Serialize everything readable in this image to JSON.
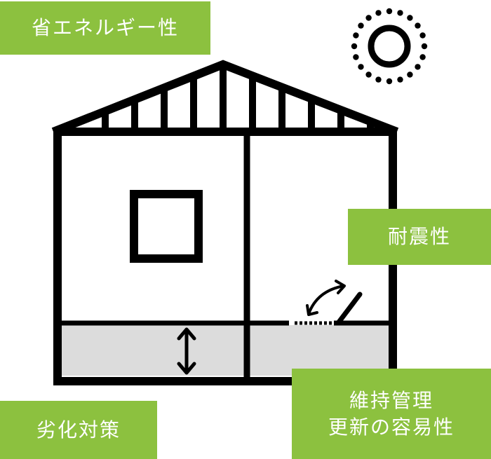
{
  "labels": {
    "energy_saving": "省エネルギー性",
    "earthquake_resistance": "耐震性",
    "maintenance_line1": "維持管理",
    "maintenance_line2": "更新の容易性",
    "deterioration_countermeasure": "劣化対策"
  },
  "icons": {
    "sun": "sun-icon",
    "house": "house-frame-icon",
    "window": "window-icon",
    "vertical_arrow": "up-down-arrow-icon",
    "rotate_arrow": "curved-double-arrow-icon",
    "hatch": "floor-hatch-icon"
  },
  "colors": {
    "accent_green": "#8cc13f",
    "line_black": "#000000",
    "foundation_gray": "#dcdcdc",
    "label_text": "#ffffff"
  }
}
